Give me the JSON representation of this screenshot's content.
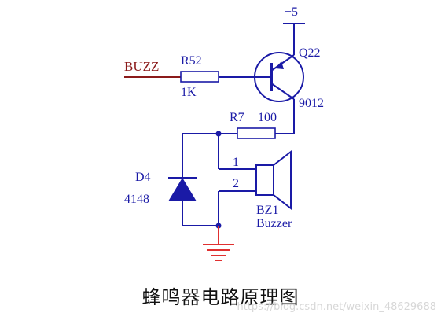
{
  "diagram": {
    "power_label": "+5",
    "net_label": "BUZZ",
    "r52": {
      "ref": "R52",
      "value": "1K"
    },
    "q22": {
      "ref": "Q22",
      "value": "9012"
    },
    "r7": {
      "ref": "R7",
      "value": "100"
    },
    "d4": {
      "ref": "D4",
      "value": "4148"
    },
    "bz1": {
      "ref": "BZ1",
      "value": "Buzzer",
      "pin1": "1",
      "pin2": "2"
    },
    "caption": "蜂鸣器电路原理图",
    "watermark": "https://blog.csdn.net/weixin_48629688"
  },
  "colors": {
    "wire": "#1a1aa6",
    "net_label": "#8b1a1a",
    "ground": "#e03030"
  }
}
